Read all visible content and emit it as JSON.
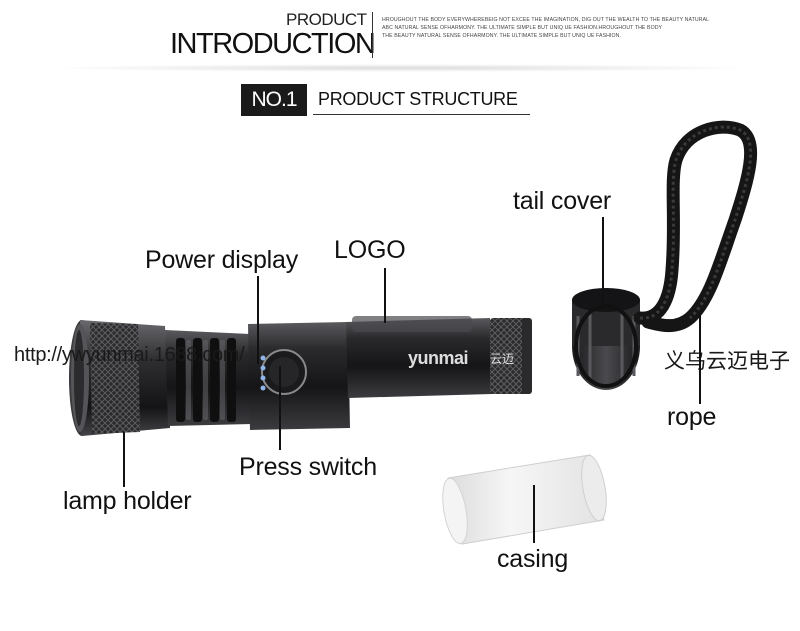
{
  "header": {
    "product": "PRODUCT",
    "introduction": "INTRODUCTION",
    "small_line_1": "HROUGHOUT THE BODY EVERYWHEREBEIG NOT EXCEE THE IMAGINATION, DIG OUT THE WEALTH TO THE BEAUTY NATURAL",
    "small_line_2": "ABC NATURAL SENSE OFHARMONY. THE ULTIMATE SIMPLE BUT UNIQ UE FASHION.HROUGHOUT THE BODY",
    "small_line_3": "THE BEAUTY NATURAL SENSE OFHARMONY. THE ULTIMATE SIMPLE BUT UNIQ UE FASHION."
  },
  "section": {
    "number": "NO.1",
    "title": "PRODUCT STRUCTURE"
  },
  "labels": {
    "tail_cover": "tail cover",
    "power_display": "Power display",
    "logo": "LOGO",
    "press_switch": "Press switch",
    "lamp_holder": "lamp holder",
    "rope": "rope",
    "casing": "casing"
  },
  "watermarks": {
    "url": "http://ywyunmai.1688.com/",
    "chinese": "义乌云迈电子",
    "brand": "yunmai",
    "brand_cn": "云迈"
  },
  "colors": {
    "body_dark": "#1c1c1e",
    "body_mid": "#3a3a3c",
    "highlight": "#8a8a8e",
    "indicator_blue": "#8fb4e8",
    "rope_black": "#151515"
  }
}
